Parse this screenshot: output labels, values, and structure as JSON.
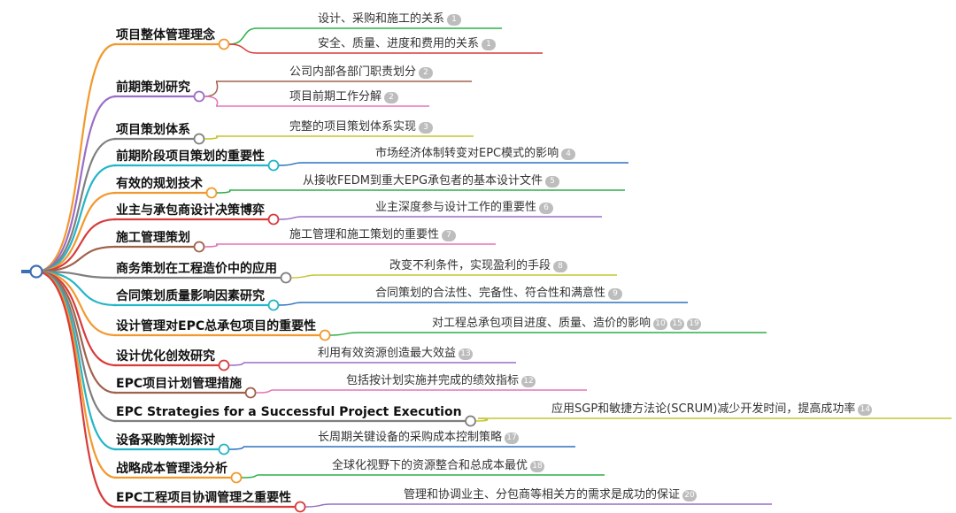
{
  "root": {
    "color": "#3d6fb5"
  },
  "branches": [
    {
      "label": "项目整体管理理念",
      "color": "#f2992e",
      "leaves": [
        {
          "text": "设计、采购和施工的关系",
          "badges": [
            "1"
          ],
          "color": "#2fae48"
        },
        {
          "text": "安全、质量、进度和费用的关系",
          "badges": [
            "1"
          ],
          "color": "#d93b3b"
        }
      ]
    },
    {
      "label": "前期策划研究",
      "color": "#9b6dc6",
      "leaves": [
        {
          "text": "公司内部各部门职责划分",
          "badges": [
            "2"
          ],
          "color": "#a0614b"
        },
        {
          "text": "项目前期工作分解",
          "badges": [
            "2"
          ],
          "color": "#e573b7"
        }
      ]
    },
    {
      "label": "项目策划体系",
      "color": "#7f7f7f",
      "leaves": [
        {
          "text": "完整的项目策划体系实现",
          "badges": [
            "3"
          ],
          "color": "#c6c532"
        }
      ]
    },
    {
      "label": "前期阶段项目策划的重要性",
      "color": "#23b5c8",
      "leaves": [
        {
          "text": "市场经济体制转变对EPC模式的影响",
          "badges": [
            "4"
          ],
          "color": "#2e72be"
        }
      ]
    },
    {
      "label": "有效的规划技术",
      "color": "#f2992e",
      "leaves": [
        {
          "text": "从接收FEDM到重大EPG承包者的基本设计文件",
          "badges": [
            "5"
          ],
          "color": "#2fae48"
        }
      ]
    },
    {
      "label": "业主与承包商设计决策博弈",
      "color": "#d93b3b",
      "leaves": [
        {
          "text": "业主深度参与设计工作的重要性",
          "badges": [
            "6"
          ],
          "color": "#9b6dc6"
        }
      ]
    },
    {
      "label": "施工管理策划",
      "color": "#a0614b",
      "leaves": [
        {
          "text": "施工管理和施工策划的重要性",
          "badges": [
            "7"
          ],
          "color": "#e573b7"
        }
      ]
    },
    {
      "label": "商务策划在工程造价中的应用",
      "color": "#7f7f7f",
      "leaves": [
        {
          "text": "改变不利条件，实现盈利的手段",
          "badges": [
            "8"
          ],
          "color": "#c6c532"
        }
      ]
    },
    {
      "label": "合同策划质量影响因素研究",
      "color": "#23b5c8",
      "leaves": [
        {
          "text": "合同策划的合法性、完备性、符合性和满意性",
          "badges": [
            "9"
          ],
          "color": "#2e72be"
        }
      ]
    },
    {
      "label": "设计管理对EPC总承包项目的重要性",
      "color": "#f2992e",
      "leaves": [
        {
          "text": "对工程总承包项目进度、质量、造价的影响",
          "badges": [
            "10",
            "15",
            "19"
          ],
          "color": "#2fae48"
        }
      ]
    },
    {
      "label": "设计优化创效研究",
      "color": "#d93b3b",
      "leaves": [
        {
          "text": "利用有效资源创造最大效益",
          "badges": [
            "13"
          ],
          "color": "#9b6dc6"
        }
      ]
    },
    {
      "label": "EPC项目计划管理措施",
      "color": "#a0614b",
      "leaves": [
        {
          "text": "包括按计划实施并完成的绩效指标",
          "badges": [
            "12"
          ],
          "color": "#e573b7"
        }
      ]
    },
    {
      "label": "EPC Strategies for a Successful Project Execution",
      "color": "#7f7f7f",
      "leaves": [
        {
          "text": "应用SGP和敏捷方法论(SCRUM)减少开发时间，提高成功率",
          "badges": [
            "14"
          ],
          "color": "#c6c532"
        }
      ]
    },
    {
      "label": "设备采购策划探讨",
      "color": "#23b5c8",
      "leaves": [
        {
          "text": "长周期关键设备的采购成本控制策略",
          "badges": [
            "17"
          ],
          "color": "#2e72be"
        }
      ]
    },
    {
      "label": "战略成本管理浅分析",
      "color": "#f2992e",
      "leaves": [
        {
          "text": "全球化视野下的资源整合和总成本最优",
          "badges": [
            "18"
          ],
          "color": "#2fae48"
        }
      ]
    },
    {
      "label": "EPC工程项目协调管理之重要性",
      "color": "#d93b3b",
      "leaves": [
        {
          "text": "管理和协调业主、分包商等相关方的需求是成功的保证",
          "badges": [
            "20"
          ],
          "color": "#9b6dc6"
        }
      ]
    }
  ]
}
